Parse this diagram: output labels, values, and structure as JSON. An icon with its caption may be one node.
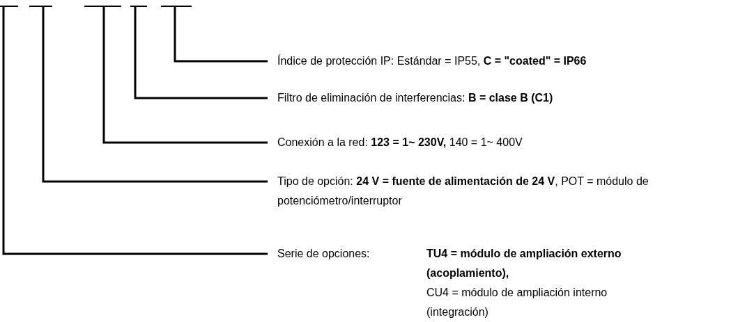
{
  "diagram": {
    "nodes": [
      {
        "text": [],
        "shape": "bar"
      },
      {
        "text": [],
        "shape": "bar"
      },
      {
        "text": [],
        "shape": "bar"
      },
      {
        "text": [],
        "shape": "bar"
      },
      {
        "text": [],
        "shape": "bar"
      },
      {
        "text": [
          "Índice de protección IP: Estándar = IP55, **C = \"coated\" = IP66**"
        ]
      },
      {
        "text": [
          "Filtro de eliminación de interferencias: **B = clase B (C1)**"
        ]
      },
      {
        "text": [
          "Conexión a la red: **123 = 1~ 230V,** 140 = 1~ 400V"
        ]
      },
      {
        "text": [
          "Tipo de opción: **24 V = fuente de alimentación de 24 V**, POT = módulo de potenciómetro/interruptor"
        ]
      },
      {
        "text": [
          "Serie de opciones:",
          "**TU4 = módulo de ampliación externo (acoplamiento),**",
          "CU4 = módulo de ampliación interno (integración)"
        ]
      }
    ],
    "edges": [
      {
        "from": 5,
        "to": 4,
        "arrow": "none"
      },
      {
        "from": 6,
        "to": 3,
        "arrow": "none"
      },
      {
        "from": 7,
        "to": 2,
        "arrow": "none"
      },
      {
        "from": 8,
        "to": 1,
        "arrow": "none"
      },
      {
        "from": 9,
        "to": 0,
        "arrow": "none"
      }
    ]
  }
}
